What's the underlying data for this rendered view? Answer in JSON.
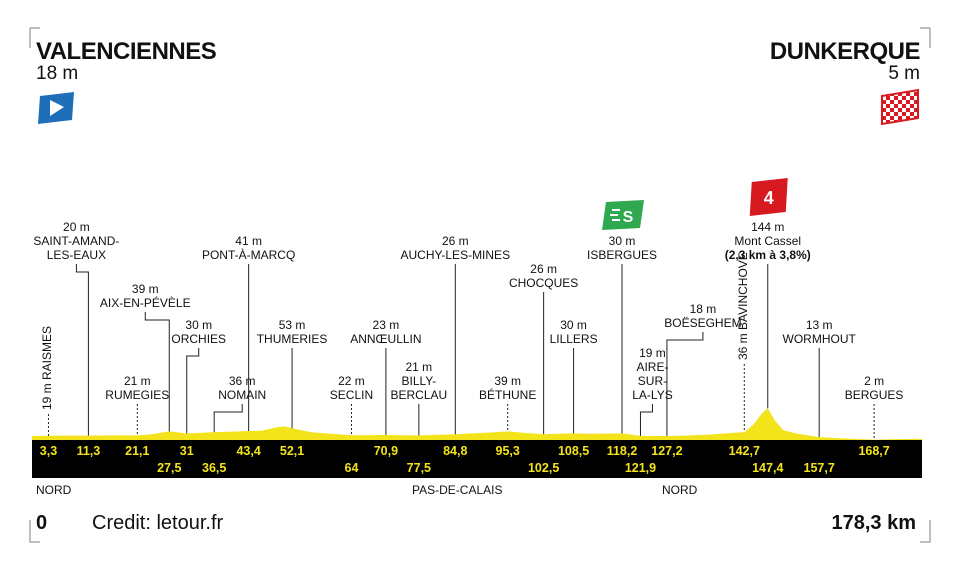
{
  "start": {
    "name": "VALENCIENNES",
    "altitude": "18 m"
  },
  "finish": {
    "name": "DUNKERQUE",
    "altitude": "5 m"
  },
  "distance": {
    "start": "0",
    "end": "178,3 km"
  },
  "credit": "Credit: letour.fr",
  "regions": [
    "NORD",
    "PAS-DE-CALAIS",
    "NORD"
  ],
  "colors": {
    "profile": "#f3e31a",
    "band": "#000000",
    "sprint": "#2fa84f",
    "climb": "#d71920",
    "start_flag": "#1f6fb8",
    "finish_flag": "#d71920"
  },
  "icons": {
    "start": "start-flag-icon",
    "finish": "finish-flag-icon",
    "sprint": "sprint-badge-icon",
    "climb": "climb-badge-icon"
  },
  "markers": {
    "sprint": {
      "label": "S"
    },
    "climb": {
      "label": "4"
    }
  },
  "waypoints": [
    {
      "km": 3.3,
      "label": "19 m RAISMES",
      "vertical": true
    },
    {
      "km": 11.3,
      "label": "20 m\nSAINT-AMAND-\nLES-EAUX"
    },
    {
      "km": 21.1,
      "label": "21 m\nRUMEGIES"
    },
    {
      "km": 27.5,
      "label": "39 m\nAIX-EN-PÉVÈLE"
    },
    {
      "km": 31,
      "label": "30 m\nORCHIES"
    },
    {
      "km": 36.5,
      "label": "36 m\nNOMAIN"
    },
    {
      "km": 43.4,
      "label": "41 m\nPONT-À-MARCQ"
    },
    {
      "km": 52.1,
      "label": "53 m\nTHUMERIES"
    },
    {
      "km": 64,
      "label": "22 m\nSECLIN"
    },
    {
      "km": 70.9,
      "label": "23 m\nANNŒULLIN"
    },
    {
      "km": 77.5,
      "label": "21 m\nBILLY-\nBERCLAU"
    },
    {
      "km": 84.8,
      "label": "26 m\nAUCHY-LES-MINES"
    },
    {
      "km": 95.3,
      "label": "39 m\nBÉTHUNE"
    },
    {
      "km": 102.5,
      "label": "26 m\nCHOCQUES"
    },
    {
      "km": 108.5,
      "label": "30 m\nLILLERS"
    },
    {
      "km": 118.2,
      "label": "30 m\nISBERGUES"
    },
    {
      "km": 121.9,
      "label": "19 m\nAIRE-\nSUR-\nLA-LYS"
    },
    {
      "km": 127.2,
      "label": "18 m\nBOËSEGHEM"
    },
    {
      "km": 142.7,
      "label": "36 m BAVINCHOVE",
      "vertical": true
    },
    {
      "km": 147.4,
      "label": "144 m\nMont Cassel",
      "sublabel": "(2,3 km à 3,8%)"
    },
    {
      "km": 157.7,
      "label": "13 m\nWORMHOUT"
    },
    {
      "km": 168.7,
      "label": "2 m\nBERGUES"
    }
  ],
  "km_markers_top": [
    "3,3",
    "11,3",
    "21,1",
    "31",
    "43,4",
    "52,1",
    "70,9",
    "84,8",
    "95,3",
    "108,5",
    "118,2",
    "127,2",
    "142,7",
    "168,7"
  ],
  "km_markers_bottom": [
    "27,5",
    "36,5",
    "64",
    "77,5",
    "102,5",
    "121,9",
    "147,4",
    "157,7"
  ],
  "profile_points": [
    [
      0,
      18
    ],
    [
      3.3,
      19
    ],
    [
      7,
      20
    ],
    [
      11.3,
      20
    ],
    [
      16,
      21
    ],
    [
      21.1,
      21
    ],
    [
      24,
      26
    ],
    [
      27.5,
      39
    ],
    [
      31,
      30
    ],
    [
      33,
      32
    ],
    [
      36.5,
      36
    ],
    [
      40,
      38
    ],
    [
      43.4,
      41
    ],
    [
      46,
      42
    ],
    [
      49,
      58
    ],
    [
      50.5,
      62
    ],
    [
      52.1,
      53
    ],
    [
      56,
      35
    ],
    [
      60,
      28
    ],
    [
      64,
      22
    ],
    [
      67,
      22
    ],
    [
      70.9,
      23
    ],
    [
      74,
      22
    ],
    [
      77.5,
      21
    ],
    [
      81,
      23
    ],
    [
      84.8,
      26
    ],
    [
      88,
      30
    ],
    [
      92,
      34
    ],
    [
      95.3,
      39
    ],
    [
      99,
      32
    ],
    [
      102.5,
      26
    ],
    [
      105,
      28
    ],
    [
      108.5,
      30
    ],
    [
      112,
      28
    ],
    [
      115,
      29
    ],
    [
      118.2,
      30
    ],
    [
      121.9,
      19
    ],
    [
      124.5,
      18
    ],
    [
      127.2,
      18
    ],
    [
      131,
      20
    ],
    [
      136,
      25
    ],
    [
      139,
      30
    ],
    [
      142.7,
      36
    ],
    [
      144.5,
      70
    ],
    [
      146.2,
      120
    ],
    [
      147.4,
      144
    ],
    [
      148.8,
      90
    ],
    [
      150.5,
      45
    ],
    [
      153,
      30
    ],
    [
      157.7,
      13
    ],
    [
      162,
      8
    ],
    [
      165,
      5
    ],
    [
      168.7,
      2
    ],
    [
      173,
      4
    ],
    [
      178.3,
      5
    ]
  ]
}
